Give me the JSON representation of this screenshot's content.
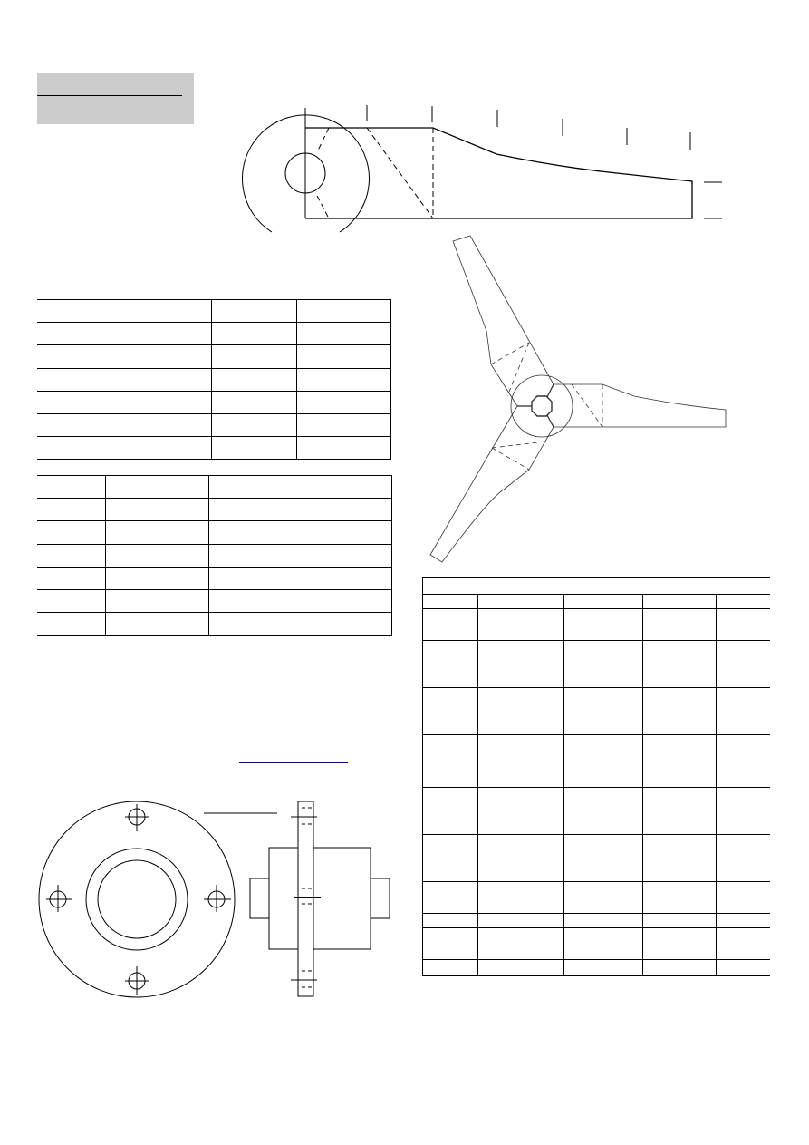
{
  "sheet": {
    "type": "technical-drawing",
    "title_block": {
      "line1": "",
      "line2": "",
      "fill_color": "#cccccc"
    },
    "link": {
      "text": "",
      "underline_color": "#0000cc"
    }
  },
  "drawings": {
    "blade_side_view": {
      "label": "blade-profile",
      "station_ticks": 6
    },
    "three_blade_propeller": {
      "label": "propeller-top-view",
      "blade_count": 3
    },
    "flange_front_view": {
      "label": "flange-front",
      "bolt_holes": 4
    },
    "flange_side_view": {
      "label": "flange-section"
    }
  },
  "tables": {
    "table_a": {
      "columns": 4,
      "rows": [
        [
          "",
          "",
          "",
          ""
        ],
        [
          "",
          "",
          "",
          ""
        ],
        [
          "",
          "",
          "",
          ""
        ],
        [
          "",
          "",
          "",
          ""
        ],
        [
          "",
          "",
          "",
          ""
        ],
        [
          "",
          "",
          "",
          ""
        ],
        [
          "",
          "",
          "",
          ""
        ]
      ]
    },
    "table_b": {
      "columns": 4,
      "rows": [
        [
          "",
          "",
          "",
          ""
        ],
        [
          "",
          "",
          "",
          ""
        ],
        [
          "",
          "",
          "",
          ""
        ],
        [
          "",
          "",
          "",
          ""
        ],
        [
          "",
          "",
          "",
          ""
        ],
        [
          "",
          "",
          "",
          ""
        ],
        [
          "",
          "",
          "",
          ""
        ]
      ]
    },
    "table_r": {
      "title": "",
      "columns": 5,
      "rows": [
        [
          "",
          "",
          "",
          "",
          ""
        ],
        [
          "",
          "",
          "",
          "",
          ""
        ],
        [
          "",
          "",
          "",
          "",
          ""
        ],
        [
          "",
          "",
          "",
          "",
          ""
        ],
        [
          "",
          "",
          "",
          "",
          ""
        ],
        [
          "",
          "",
          "",
          "",
          ""
        ],
        [
          "",
          "",
          "",
          "",
          ""
        ],
        [
          "",
          "",
          "",
          "",
          ""
        ],
        [
          "",
          "",
          "",
          "",
          ""
        ],
        [
          "",
          "",
          "",
          "",
          ""
        ],
        [
          "",
          "",
          "",
          "",
          ""
        ]
      ]
    }
  }
}
